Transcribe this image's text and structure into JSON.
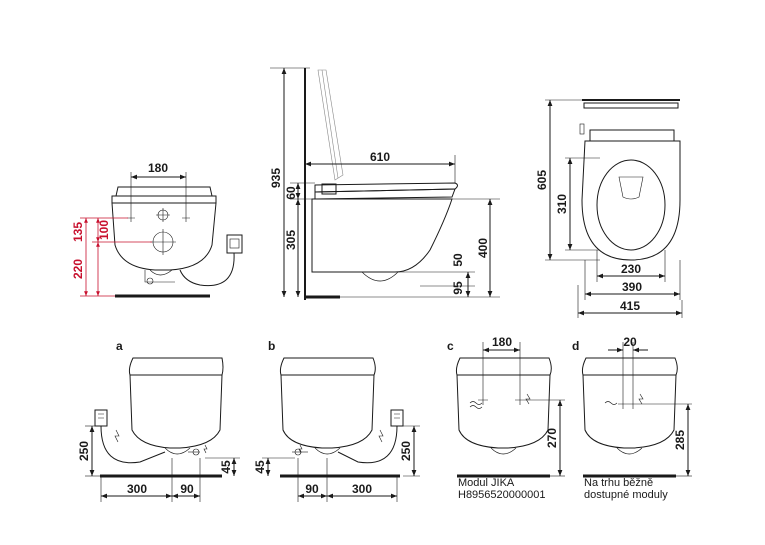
{
  "colors": {
    "line": "#1a1a1a",
    "accent": "#c8102e",
    "background": "#ffffff"
  },
  "front_view": {
    "width_label": "180",
    "h135": "135",
    "h100": "100",
    "h220": "220"
  },
  "side_view": {
    "h935": "935",
    "depth610": "610",
    "h60": "60",
    "h305": "305",
    "h400": "400",
    "h50": "50",
    "h95": "95"
  },
  "top_view": {
    "depth605": "605",
    "d310": "310",
    "w230": "230",
    "w390": "390",
    "w415": "415"
  },
  "variant_a": {
    "letter": "a",
    "h250": "250",
    "h45": "45",
    "w300": "300",
    "w90": "90"
  },
  "variant_b": {
    "letter": "b",
    "h45": "45",
    "h250": "250",
    "w90": "90",
    "w300": "300"
  },
  "variant_c": {
    "letter": "c",
    "w180": "180",
    "h270": "270",
    "caption_line1": "Modul JIKA",
    "caption_line2": "H8956520000001"
  },
  "variant_d": {
    "letter": "d",
    "w20": "20",
    "h285": "285",
    "caption_line1": "Na trhu běžně",
    "caption_line2": "dostupné moduly"
  },
  "icons": [
    "arrowhead-icon",
    "socket-icon",
    "water-outlet-icon",
    "electric-outlet-icon"
  ]
}
